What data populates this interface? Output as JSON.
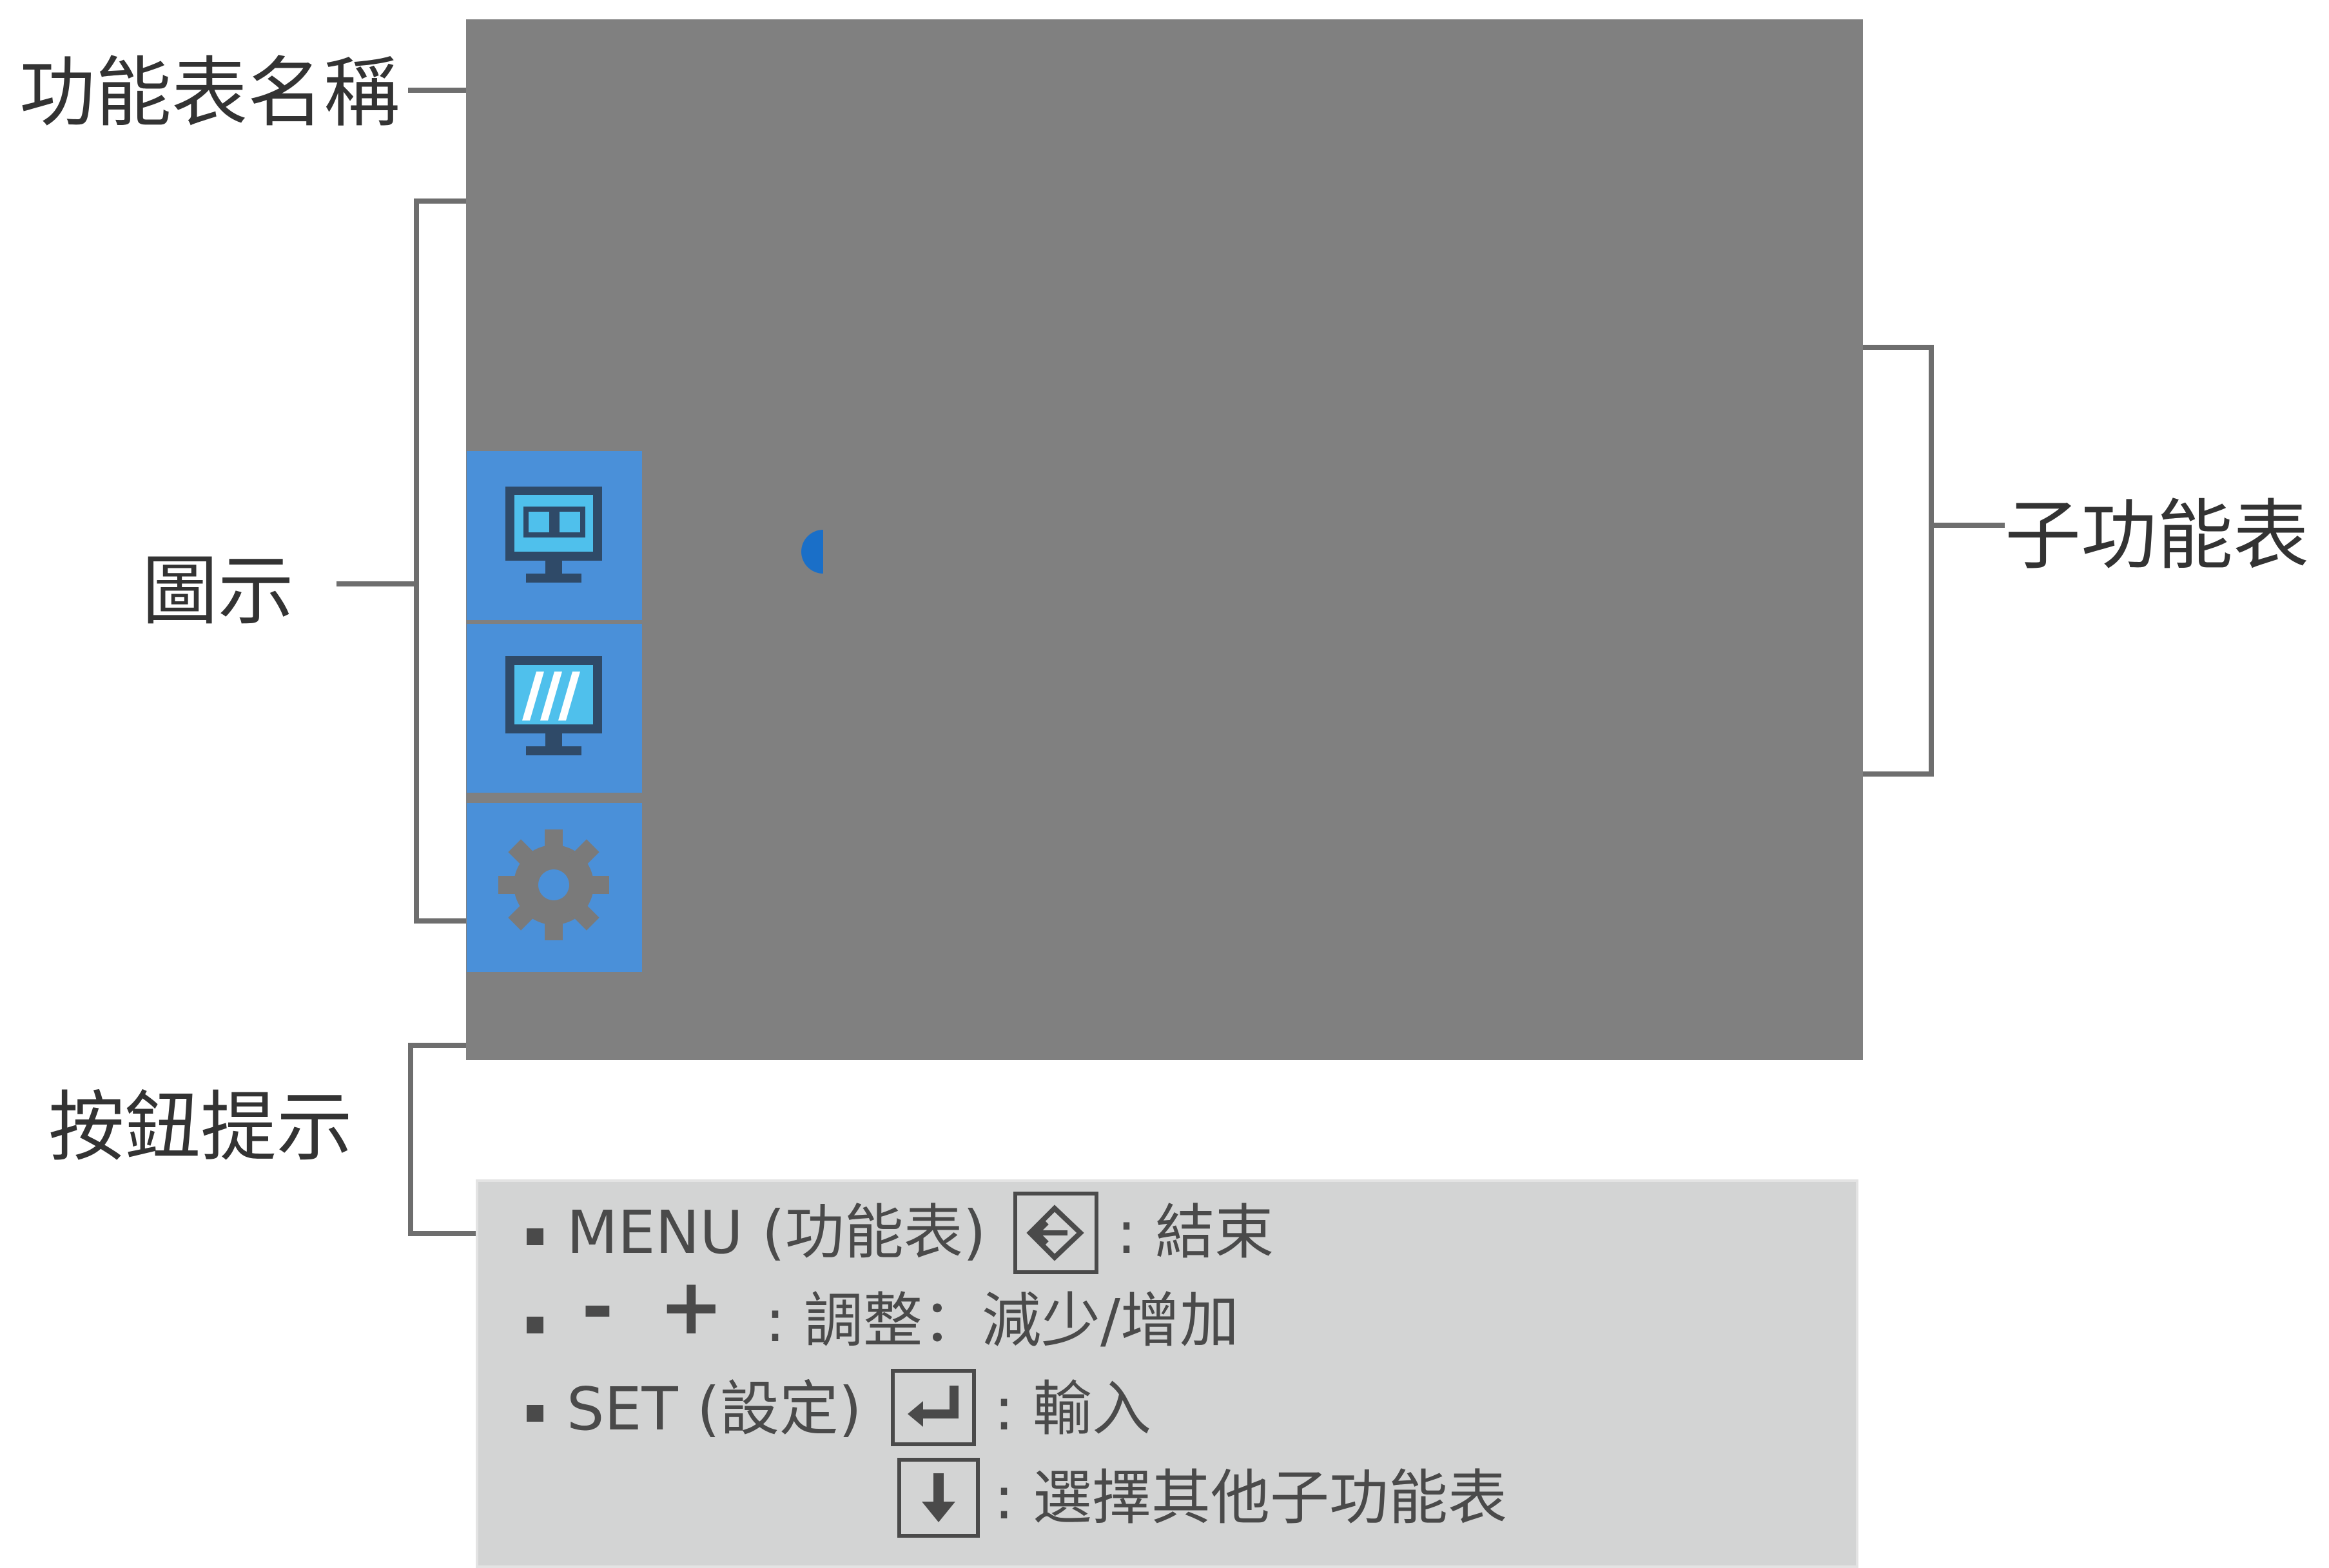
{
  "labels": {
    "menu_name": "功能表名稱",
    "icons": "圖示",
    "button_tips": "按鈕提示",
    "submenu": "子功能表"
  },
  "icons": [
    {
      "name": "picture-monitor-icon"
    },
    {
      "name": "color-monitor-icon"
    },
    {
      "name": "settings-gear-icon"
    }
  ],
  "hints": {
    "menu": {
      "key": "MENU (功能表)",
      "action": "結束"
    },
    "adjust": {
      "minus": "-",
      "plus": "+",
      "action": "調整：減少/增加"
    },
    "set": {
      "key": "SET (設定)",
      "action": "輸入"
    },
    "down": {
      "action": "選擇其他子功能表"
    }
  },
  "colors": {
    "osd_background": "#808080",
    "icon_tile": "#4a90d9",
    "cursor": "#1a6fc8",
    "hint_panel": "#d3d4d4"
  }
}
